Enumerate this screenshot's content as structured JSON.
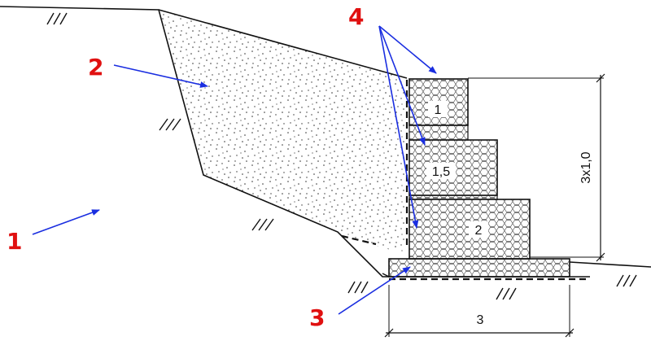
{
  "callouts": {
    "c1": "1",
    "c2": "2",
    "c3": "3",
    "c4": "4"
  },
  "gabions": {
    "top": "1",
    "middle": "1,5",
    "bottom": "2"
  },
  "dimensions": {
    "height": "3x1,0",
    "base_width": "3"
  },
  "colors": {
    "callout": "#e01010",
    "arrow": "#1a2ee0",
    "line": "#111111",
    "mesh": "#444444"
  }
}
